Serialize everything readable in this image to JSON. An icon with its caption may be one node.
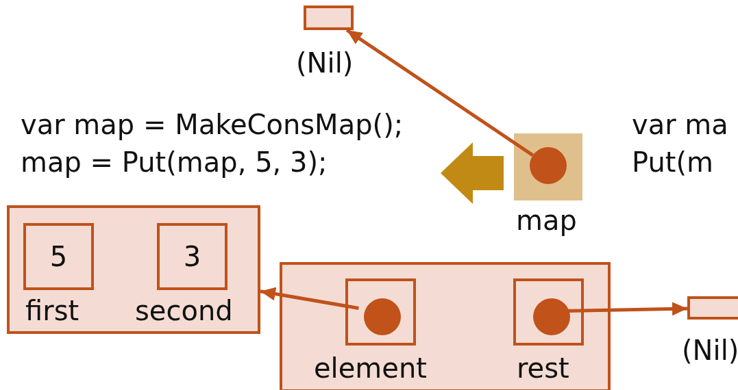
{
  "diagram": {
    "nodes": [
      {
        "text": [],
        "shape": "box",
        "beside": [
          "(Nil)"
        ]
      },
      {
        "text": [],
        "shape": "box",
        "beside": [
          "map"
        ]
      },
      {
        "text": [],
        "shape": "circle",
        "in": 1
      },
      {
        "text": [],
        "shape": "box"
      },
      {
        "text": [
          "5"
        ],
        "beside": [
          "first"
        ],
        "in": 3
      },
      {
        "text": [
          "3"
        ],
        "beside": [
          "second"
        ],
        "in": 3
      },
      {
        "text": [],
        "shape": "box"
      },
      {
        "text": [],
        "shape": "box",
        "beside": [
          "element"
        ],
        "in": 6
      },
      {
        "text": [],
        "shape": "circle",
        "in": 7
      },
      {
        "text": [],
        "shape": "box",
        "beside": [
          "rest"
        ],
        "in": 6
      },
      {
        "text": [],
        "shape": "circle",
        "in": 9
      },
      {
        "text": [],
        "shape": "box",
        "beside": [
          "(Nil)"
        ]
      }
    ],
    "edges": [
      {
        "from": 2,
        "to": 0,
        "arrow": "to"
      },
      {
        "from": 8,
        "to": 3,
        "arrow": "to"
      },
      {
        "from": 10,
        "to": 11,
        "arrow": "to"
      }
    ],
    "labels": [
      "var map = MakeConsMap();",
      "map = Put(map, 5, 3);",
      "var ma",
      "Put(m"
    ]
  }
}
